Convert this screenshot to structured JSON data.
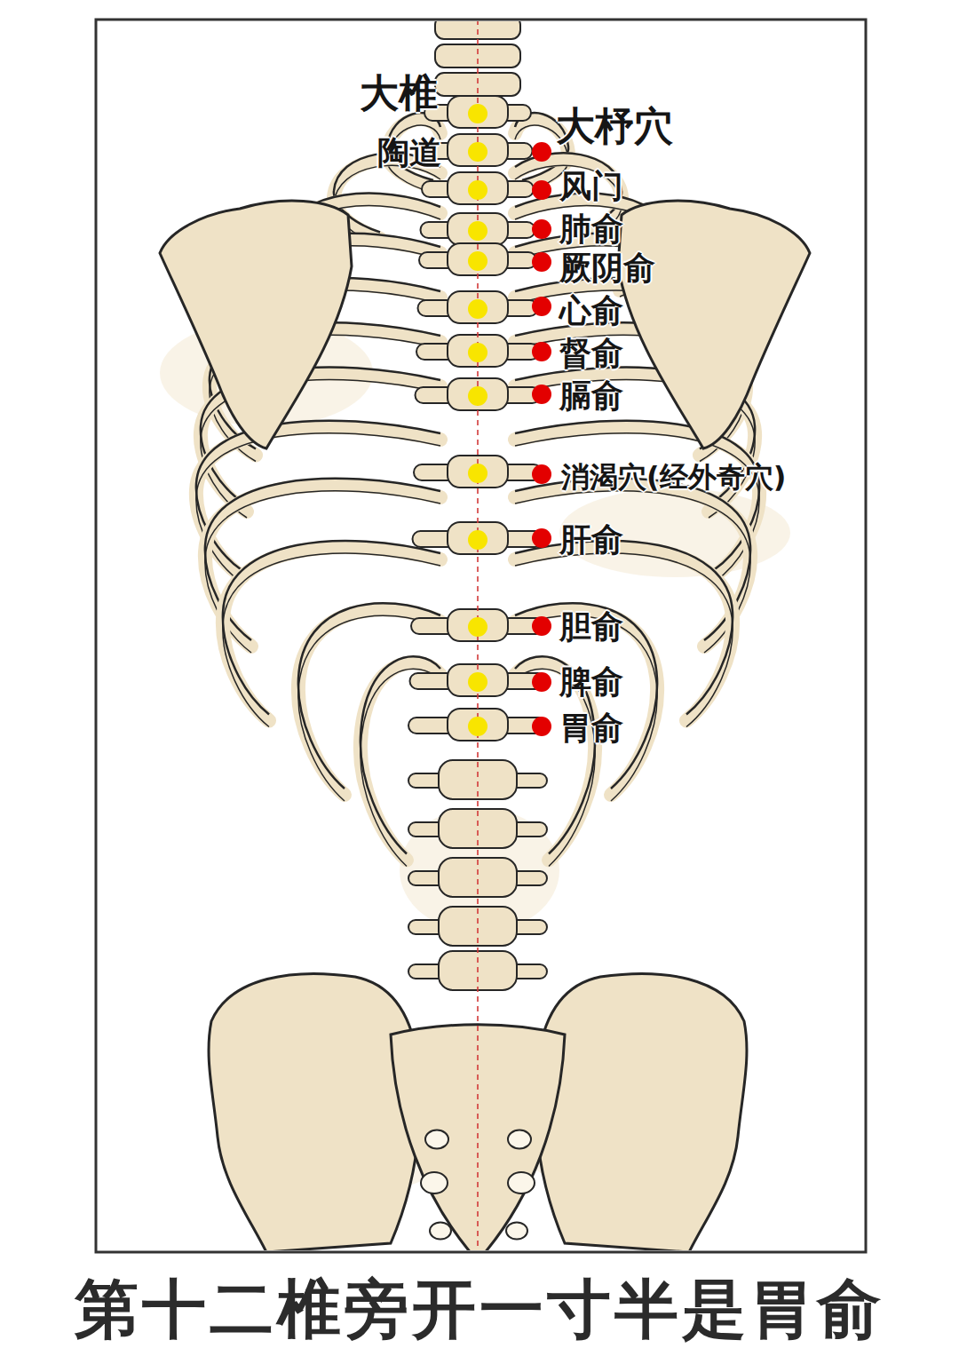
{
  "diagram": {
    "caption": "第十二椎旁开一寸半是胃俞",
    "labels": [
      "大椎",
      "陶道",
      "大杼穴",
      "风门",
      "肺俞",
      "厥阴俞",
      "心俞",
      "督俞",
      "膈俞",
      "消渴穴(经外奇穴)",
      "肝俞",
      "胆俞",
      "脾俞",
      "胃俞"
    ]
  }
}
